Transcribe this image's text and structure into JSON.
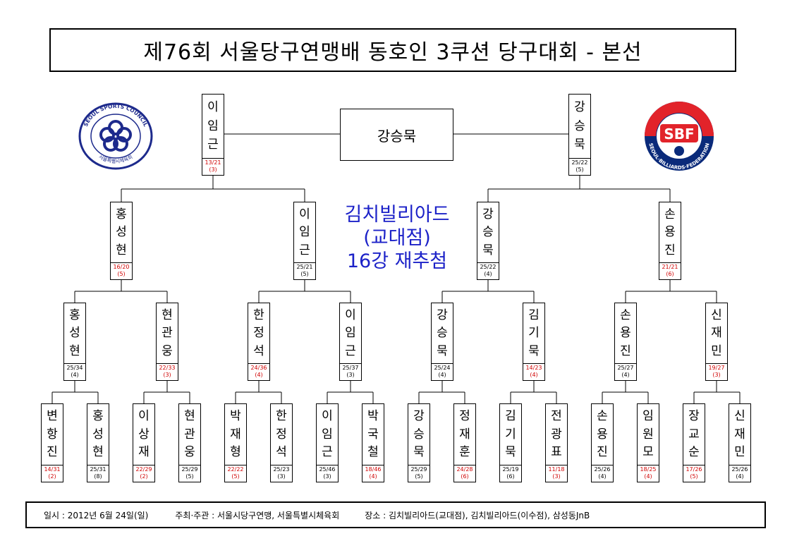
{
  "title": "제76회 서울당구연맹배 동호인 3쿠션 당구대회 - 본선",
  "winner": "강승묵",
  "center_text": [
    "김치빌리아드",
    "(교대점)",
    "16강 재추첨"
  ],
  "logos": {
    "left_text": "SEOUL SPORTS COUNCIL",
    "left_subtext": "서울특별시체육회",
    "right_letters": "SBF",
    "right_text": "SEOUL·BILLIARDS·FEDERATION"
  },
  "rounds": {
    "round32": [
      {
        "name": "변항진",
        "score": "14/31",
        "extra": "(2)",
        "red": true
      },
      {
        "name": "홍성현",
        "score": "25/31",
        "extra": "(8)",
        "red": false
      },
      {
        "name": "이상재",
        "score": "22/29",
        "extra": "(2)",
        "red": true
      },
      {
        "name": "현관웅",
        "score": "25/29",
        "extra": "(5)",
        "red": false
      },
      {
        "name": "박재형",
        "score": "22/22",
        "extra": "(5)",
        "red": true
      },
      {
        "name": "한정석",
        "score": "25/23",
        "extra": "(3)",
        "red": false
      },
      {
        "name": "이임근",
        "score": "25/46",
        "extra": "(3)",
        "red": false
      },
      {
        "name": "박국철",
        "score": "18/46",
        "extra": "(4)",
        "red": true
      },
      {
        "name": "강승묵",
        "score": "25/29",
        "extra": "(5)",
        "red": false
      },
      {
        "name": "정재훈",
        "score": "24/28",
        "extra": "(6)",
        "red": true
      },
      {
        "name": "김기묵",
        "score": "25/19",
        "extra": "(6)",
        "red": false
      },
      {
        "name": "전광표",
        "score": "11/18",
        "extra": "(3)",
        "red": true
      },
      {
        "name": "손용진",
        "score": "25/26",
        "extra": "(4)",
        "red": false
      },
      {
        "name": "임원모",
        "score": "18/25",
        "extra": "(4)",
        "red": true
      },
      {
        "name": "장교순",
        "score": "17/26",
        "extra": "(5)",
        "red": true
      },
      {
        "name": "신재민",
        "score": "25/26",
        "extra": "(4)",
        "red": false
      }
    ],
    "round16": [
      {
        "name": "홍성현",
        "score": "25/34",
        "extra": "(4)",
        "red": false
      },
      {
        "name": "현관웅",
        "score": "22/33",
        "extra": "(3)",
        "red": true
      },
      {
        "name": "한정석",
        "score": "24/36",
        "extra": "(4)",
        "red": true
      },
      {
        "name": "이임근",
        "score": "25/37",
        "extra": "(3)",
        "red": false
      },
      {
        "name": "강승묵",
        "score": "25/24",
        "extra": "(4)",
        "red": false
      },
      {
        "name": "김기묵",
        "score": "14/23",
        "extra": "(4)",
        "red": true
      },
      {
        "name": "손용진",
        "score": "25/27",
        "extra": "(4)",
        "red": false
      },
      {
        "name": "신재민",
        "score": "19/27",
        "extra": "(3)",
        "red": true
      }
    ],
    "quarter": [
      {
        "name": "홍성현",
        "score": "16/20",
        "extra": "(5)",
        "red": true
      },
      {
        "name": "이임근",
        "score": "25/21",
        "extra": "(5)",
        "red": false
      },
      {
        "name": "강승묵",
        "score": "25/22",
        "extra": "(4)",
        "red": false
      },
      {
        "name": "손용진",
        "score": "21/21",
        "extra": "(6)",
        "red": true
      }
    ],
    "semi": [
      {
        "name": "이임근",
        "score": "13/21",
        "extra": "(3)",
        "red": true
      },
      {
        "name": "강승묵",
        "score": "25/22",
        "extra": "(5)",
        "red": false
      }
    ]
  },
  "footer": {
    "date": "일시 : 2012년 6월 24일(일)",
    "host": "주최·주관 : 서울시당구연맹, 서울특별시체육회",
    "venue": "장소 : 김치빌리아드(교대점), 김치빌리아드(이수점), 삼성동JnB"
  }
}
